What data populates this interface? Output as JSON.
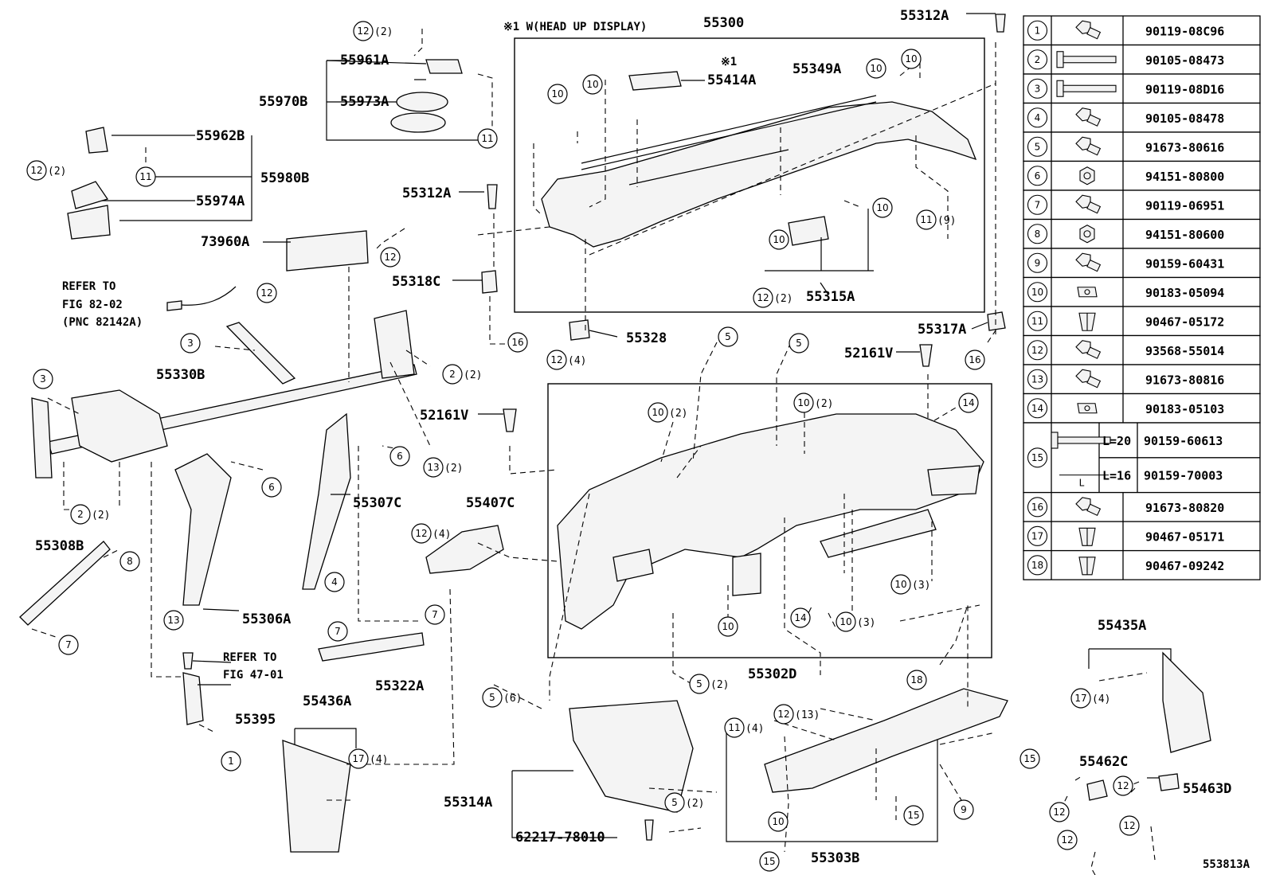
{
  "diagram_id": "553813A",
  "hud_note": "※1  W(HEAD UP DISPLAY)",
  "note_mark": "※1",
  "refer1": {
    "l1": "REFER TO",
    "l2": "FIG 82-02",
    "l3": "(PNC 82142A)"
  },
  "refer2": {
    "l1": "REFER TO",
    "l2": "FIG 47-01"
  },
  "parts": {
    "p55300": "55300",
    "p55312A_top": "55312A",
    "p55961A": "55961A",
    "p55970B": "55970B",
    "p55973A": "55973A",
    "p55962B": "55962B",
    "p55980B": "55980B",
    "p55974A": "55974A",
    "p55414A": "55414A",
    "p55349A": "55349A",
    "p55312A_mid": "55312A",
    "p73960A": "73960A",
    "p55318C": "55318C",
    "p55315A": "55315A",
    "p55317A": "55317A",
    "p55328": "55328",
    "p52161V_a": "52161V",
    "p52161V_b": "52161V",
    "p55330B": "55330B",
    "p55407C": "55407C",
    "p55307C": "55307C",
    "p55308B": "55308B",
    "p55306A": "55306A",
    "p55322A": "55322A",
    "p55302D": "55302D",
    "p55395": "55395",
    "p55436A": "55436A",
    "p55314A": "55314A",
    "p62217": "62217-78010",
    "p55303B": "55303B",
    "p55435A": "55435A",
    "p55462C": "55462C",
    "p55463D": "55463D"
  },
  "qty": {
    "q2": "(2)",
    "q4": "(4)",
    "q6": "(6)",
    "q9": "(9)",
    "q13": "(13)",
    "q3": "(3)"
  },
  "fastener_table": [
    {
      "no": "1",
      "pn": "90119-08C96",
      "icon": "flange-bolt-icon"
    },
    {
      "no": "2",
      "pn": "90105-08473",
      "icon": "long-bolt-icon"
    },
    {
      "no": "3",
      "pn": "90119-08D16",
      "icon": "long-bolt-icon"
    },
    {
      "no": "4",
      "pn": "90105-08478",
      "icon": "flange-bolt-icon"
    },
    {
      "no": "5",
      "pn": "91673-80616",
      "icon": "flange-bolt-icon"
    },
    {
      "no": "6",
      "pn": "94151-80800",
      "icon": "nut-icon"
    },
    {
      "no": "7",
      "pn": "90119-06951",
      "icon": "flange-bolt-icon"
    },
    {
      "no": "8",
      "pn": "94151-80600",
      "icon": "nut-icon"
    },
    {
      "no": "9",
      "pn": "90159-60431",
      "icon": "flange-bolt-icon"
    },
    {
      "no": "10",
      "pn": "90183-05094",
      "icon": "clip-nut-icon"
    },
    {
      "no": "11",
      "pn": "90467-05172",
      "icon": "push-clip-icon"
    },
    {
      "no": "12",
      "pn": "93568-55014",
      "icon": "flange-bolt-icon"
    },
    {
      "no": "13",
      "pn": "91673-80816",
      "icon": "flange-bolt-icon"
    },
    {
      "no": "14",
      "pn": "90183-05103",
      "icon": "clip-nut-icon"
    },
    {
      "no": "16",
      "pn": "91673-80820",
      "icon": "flange-bolt-icon"
    },
    {
      "no": "17",
      "pn": "90467-05171",
      "icon": "push-clip-icon"
    },
    {
      "no": "18",
      "pn": "90467-09242",
      "icon": "push-clip-icon"
    }
  ],
  "row15": {
    "no": "15",
    "l_label": "L",
    "len_a": "L=20",
    "pn_a": "90159-60613",
    "len_b": "L=16",
    "pn_b": "90159-70003"
  }
}
